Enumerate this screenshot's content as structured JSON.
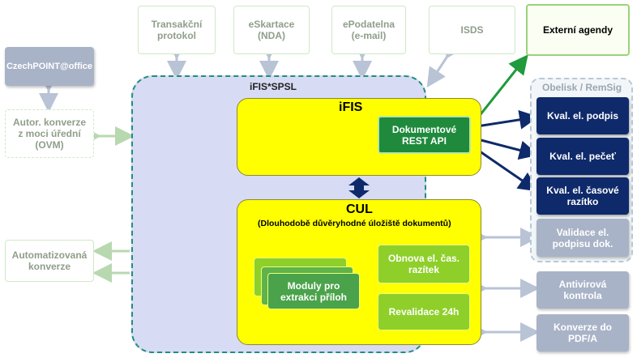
{
  "top_boxes": {
    "transakcni": "Transakční\nprotokol",
    "eskartace": "eSkartace\n(NDA)",
    "epodatelna": "ePodatelna\n(e-mail)",
    "isds": "ISDS",
    "externi": "Externí agendy"
  },
  "left_boxes": {
    "czechpoint": "CzechPOINT@office",
    "autor": "Autor. konverze\nz moci úřední\n(OVM)",
    "automat": "Automatizovaná\nkonverze"
  },
  "ifis_spsl_label": "iFIS*SPSL",
  "ifis": {
    "title": "iFIS",
    "rest_api": "Dokumentové\nREST API"
  },
  "cul": {
    "title": "CUL",
    "subtitle": "(Dlouhodobě důvěryhodné úložiště dokumentů)",
    "moduly": "Moduly pro\nextrakci příloh",
    "obnova": "Obnova el. čas.\nrazítek",
    "revalidace": "Revalidace 24h"
  },
  "obelisk": {
    "label": "Obelisk / RemSig",
    "podpis": "Kval. el. podpis",
    "pecet": "Kval. el. pečeť",
    "razitko": "Kval. el. časové\nrazítko",
    "validace": "Validace el.\npodpisu dok."
  },
  "right_boxes": {
    "antivir": "Antivirová\nkontrola",
    "konverze": "Konverze do\nPDF/A"
  },
  "colors": {
    "yellow": "#ffff00",
    "navy": "#0f2a6b",
    "green_dark": "#1f8a3c",
    "green_light": "#8fcf2a",
    "grey": "#a9b3c7"
  }
}
